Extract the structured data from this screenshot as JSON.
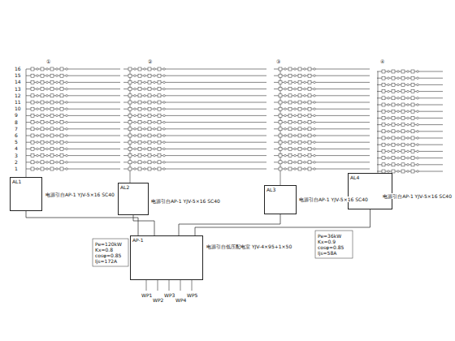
{
  "diagram": {
    "nodes": [
      {
        "text": [
          "AL1"
        ]
      },
      {
        "text": [
          "AL2"
        ]
      },
      {
        "text": [
          "AL3"
        ]
      },
      {
        "text": [
          "AL4"
        ]
      },
      {
        "text": [
          "AP-1"
        ]
      }
    ],
    "edges": [
      {
        "from": 0,
        "to": 4,
        "arrow": "none"
      },
      {
        "from": 1,
        "to": 4,
        "arrow": "none"
      },
      {
        "from": 2,
        "to": 4,
        "arrow": "none"
      },
      {
        "from": 3,
        "to": 4,
        "arrow": "none"
      }
    ],
    "labels": [
      "①",
      "②",
      "③",
      "④",
      "16",
      "15",
      "14",
      "13",
      "12",
      "11",
      "10",
      "9",
      "8",
      "7",
      "6",
      "5",
      "4",
      "3",
      "2",
      "1",
      "电源引自AP-1 YJV-5×16 SC40",
      "电源引自AP-1 YJV-5×16 SC40",
      "电源引自AP-1 YJV-5×16 SC40",
      "电源引自AP-1 YJV-5×16 SC40",
      "电源引自低压配电室 YJV-4×95+1×50",
      "Pe=120kW",
      "Kx=0.8",
      "cosφ=0.85",
      "Ijs=172A",
      "Pe=36kW",
      "Kx=0.9",
      "cosφ=0.85",
      "Ijs=58A",
      "WP1",
      "WP2",
      "WP3",
      "WP4",
      "WP5"
    ]
  }
}
